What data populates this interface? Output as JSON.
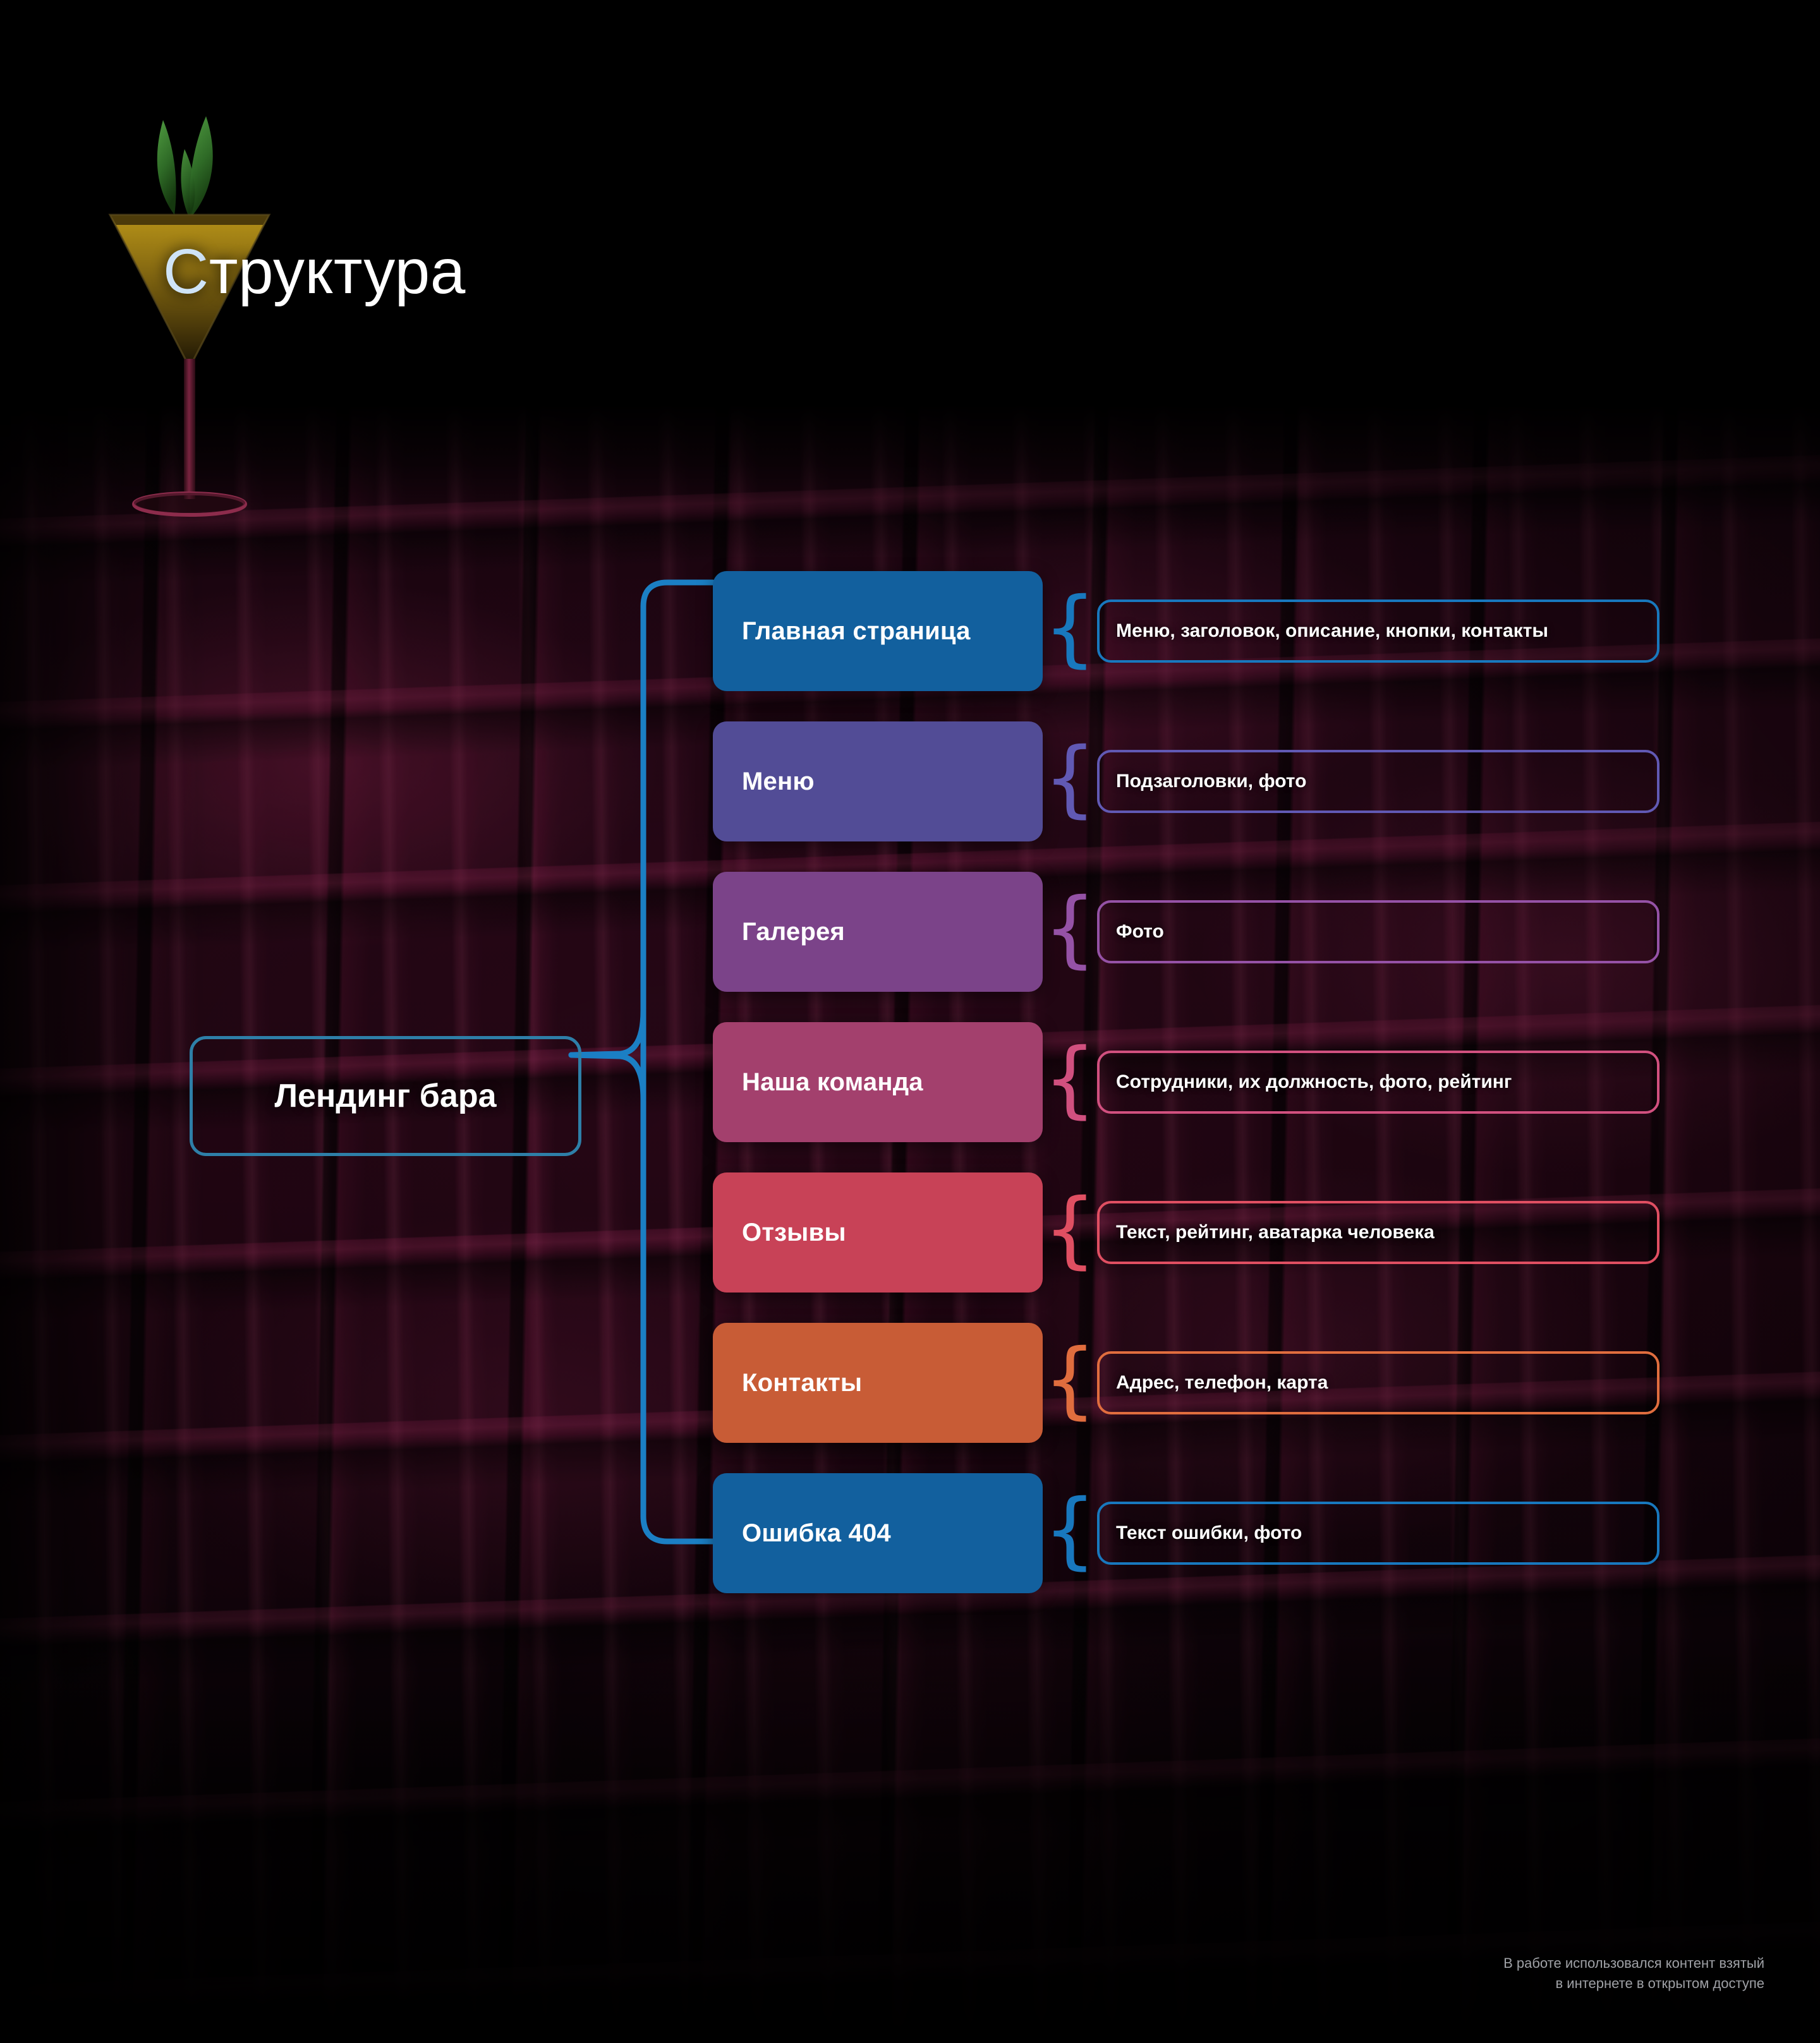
{
  "slide": {
    "title_lead": "С",
    "title_rest": "труктура",
    "title_full": "Структура",
    "background_description": "bar-shelves-photo"
  },
  "decor": {
    "cocktail_glass": "cocktail-glass-with-mint"
  },
  "diagram": {
    "root": {
      "label": "Лендинг бара",
      "border_color": "#2e7fa8"
    },
    "rows": [
      {
        "label": "Главная страница",
        "description": "Меню, заголовок, описание, кнопки, контакты",
        "color": "#12609E",
        "accent": "#1878BE"
      },
      {
        "label": "Меню",
        "description": "Подзаголовки, фото",
        "color": "#524C96",
        "accent": "#6159B4"
      },
      {
        "label": "Галерея",
        "description": "Фото",
        "color": "#7B4389",
        "accent": "#9552A6"
      },
      {
        "label": "Наша команда",
        "description": "Сотрудники, их должность, фото, рейтинг",
        "color": "#A3406D",
        "accent": "#D1507F"
      },
      {
        "label": "Отзывы",
        "description": "Текст, рейтинг, аватарка человека",
        "color": "#C84257",
        "accent": "#E04F62"
      },
      {
        "label": "Контакты",
        "description": "Адрес, телефон, карта",
        "color": "#C85C36",
        "accent": "#E06D3E"
      },
      {
        "label": "Ошибка 404",
        "description": "Текст ошибки, фото",
        "color": "#12609E",
        "accent": "#1878BE"
      }
    ],
    "brace_glyph": "{",
    "connector_color": "#1b7fc4"
  },
  "footer": {
    "line1": "В работе использовался контент взятый",
    "line2": "в интернете в открытом доступе"
  }
}
